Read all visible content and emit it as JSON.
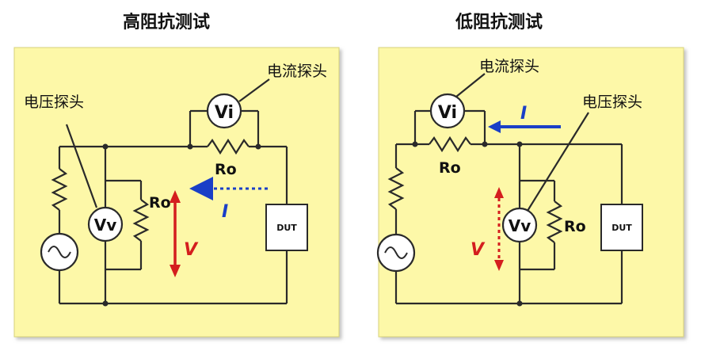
{
  "left": {
    "title": "高阻抗测试",
    "voltage_probe": "电压探头",
    "current_probe": "电流探头",
    "vi": "Vi",
    "vv": "Vv",
    "ro_series": "Ro",
    "ro_shunt": "Ro",
    "current": "I",
    "voltage": "V",
    "dut": "DUT"
  },
  "right": {
    "title": "低阻抗测试",
    "voltage_probe": "电压探头",
    "current_probe": "电流探头",
    "vi": "Vi",
    "vv": "Vv",
    "ro_series": "Ro",
    "ro_shunt": "Ro",
    "current": "I",
    "voltage": "V",
    "dut": "DUT"
  },
  "colors": {
    "panel": "#fdf8a8",
    "wire": "#2a2a2a",
    "current_arrow": "#1a3fc7",
    "voltage_arrow": "#d41e1e"
  }
}
